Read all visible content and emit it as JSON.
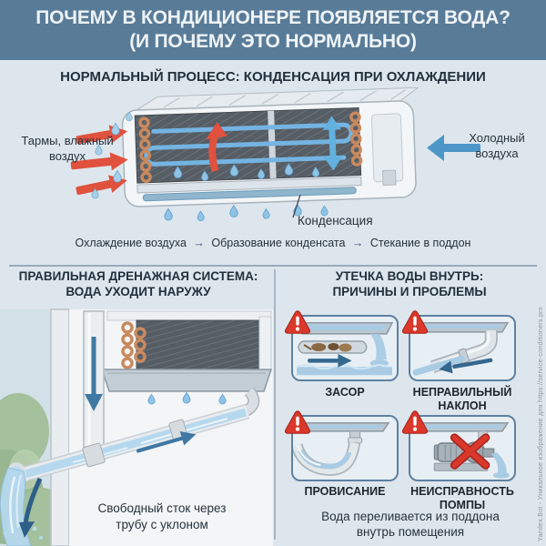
{
  "header": {
    "title_line1": "ПОЧЕМУ В КОНДИЦИОНЕРЕ ПОЯВЛЯЕТСЯ ВОДА?",
    "title_line2": "(И ПОЧЕМУ ЭТО НОРМАЛЬНО)"
  },
  "normal_process": {
    "subtitle": "НОРМАЛЬНЫЙ ПРОЦЕСС: КОНДЕНСАЦИЯ ПРИ ОХЛАЖДЕНИИ",
    "warm_air_label": "Тармы, влажный воздух",
    "cold_air_label": "Холодный воздуха",
    "condensation_label": "Конденсация",
    "flow_arrow": "→",
    "steps": [
      "Охлаждение воздуха",
      "Образование конденсата",
      "Стекание в поддон"
    ]
  },
  "drainage_section": {
    "title_line1": "ПРАВИЛЬНАЯ ДРЕНАЖНАЯ СИСТЕМА:",
    "title_line2": "ВОДА УХОДИТ НАРУЖУ",
    "caption_line1": "Свободный сток через",
    "caption_line2": "трубу с уклоном"
  },
  "leak_section": {
    "title_line1": "УТЕЧКА ВОДЫ ВНУТРЬ:",
    "title_line2": "ПРИЧИНЫ И ПРОБЛЕМЫ",
    "problems": [
      {
        "label": "ЗАСОР"
      },
      {
        "label": "НЕПРАВИЛЬНЫЙ НАКЛОН"
      },
      {
        "label": "ПРОВИСАНИЕ"
      },
      {
        "label": "НЕИСПРАВНОСТЬ ПОМПЫ"
      }
    ],
    "caption_line1": "Вода переливается из поддона",
    "caption_line2": "внутрь помещения"
  },
  "watermark": "Yandex.Bot - Уникальное изображение для https://service-conditioners.pro",
  "colors": {
    "header_bg": "#587b98",
    "page_bg": "#dde6ed",
    "text_dark": "#26323c",
    "warning_red": "#d9382b",
    "warm_arrow_red": "#e0513e",
    "cold_arrow_blue": "#4d96c8",
    "water_blue": "#b5d8ee"
  }
}
